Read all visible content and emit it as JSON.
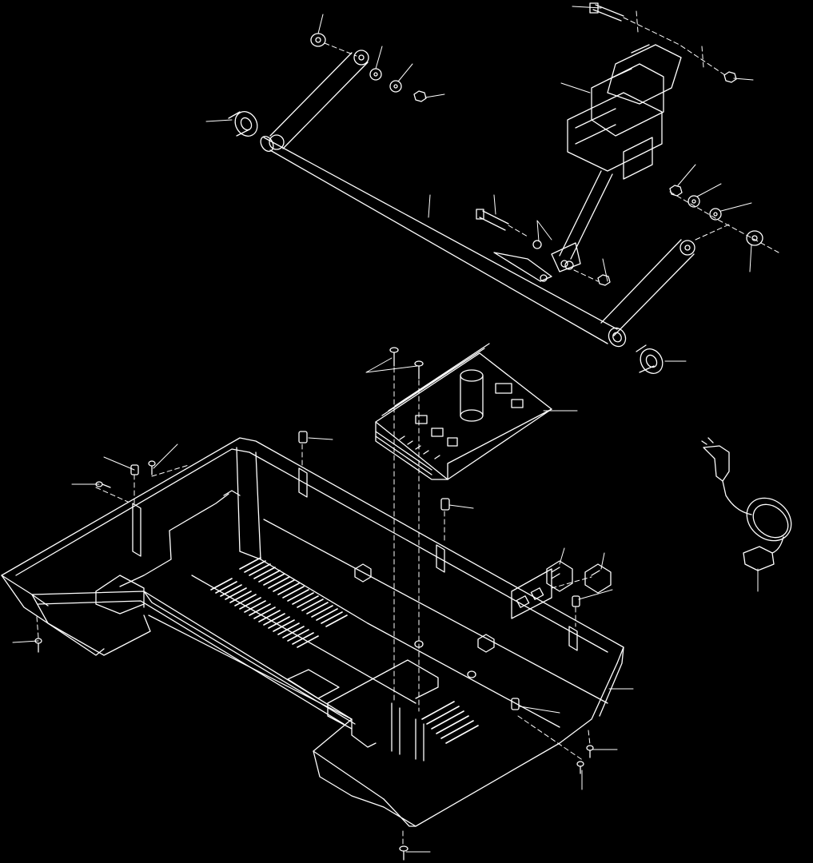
{
  "colors": {
    "background": "#000000",
    "line": "#ffffff"
  },
  "parts": [
    "incline-motor",
    "upright-crossbar",
    "upright-link-left",
    "upright-link-right",
    "wheel-left",
    "wheel-right",
    "controller-board",
    "base-frame",
    "power-cord",
    "switch-connector-left",
    "switch-connector-right",
    "fastener-bolt",
    "fastener-washer",
    "fastener-nut",
    "fastener-screw",
    "cable-clip"
  ]
}
